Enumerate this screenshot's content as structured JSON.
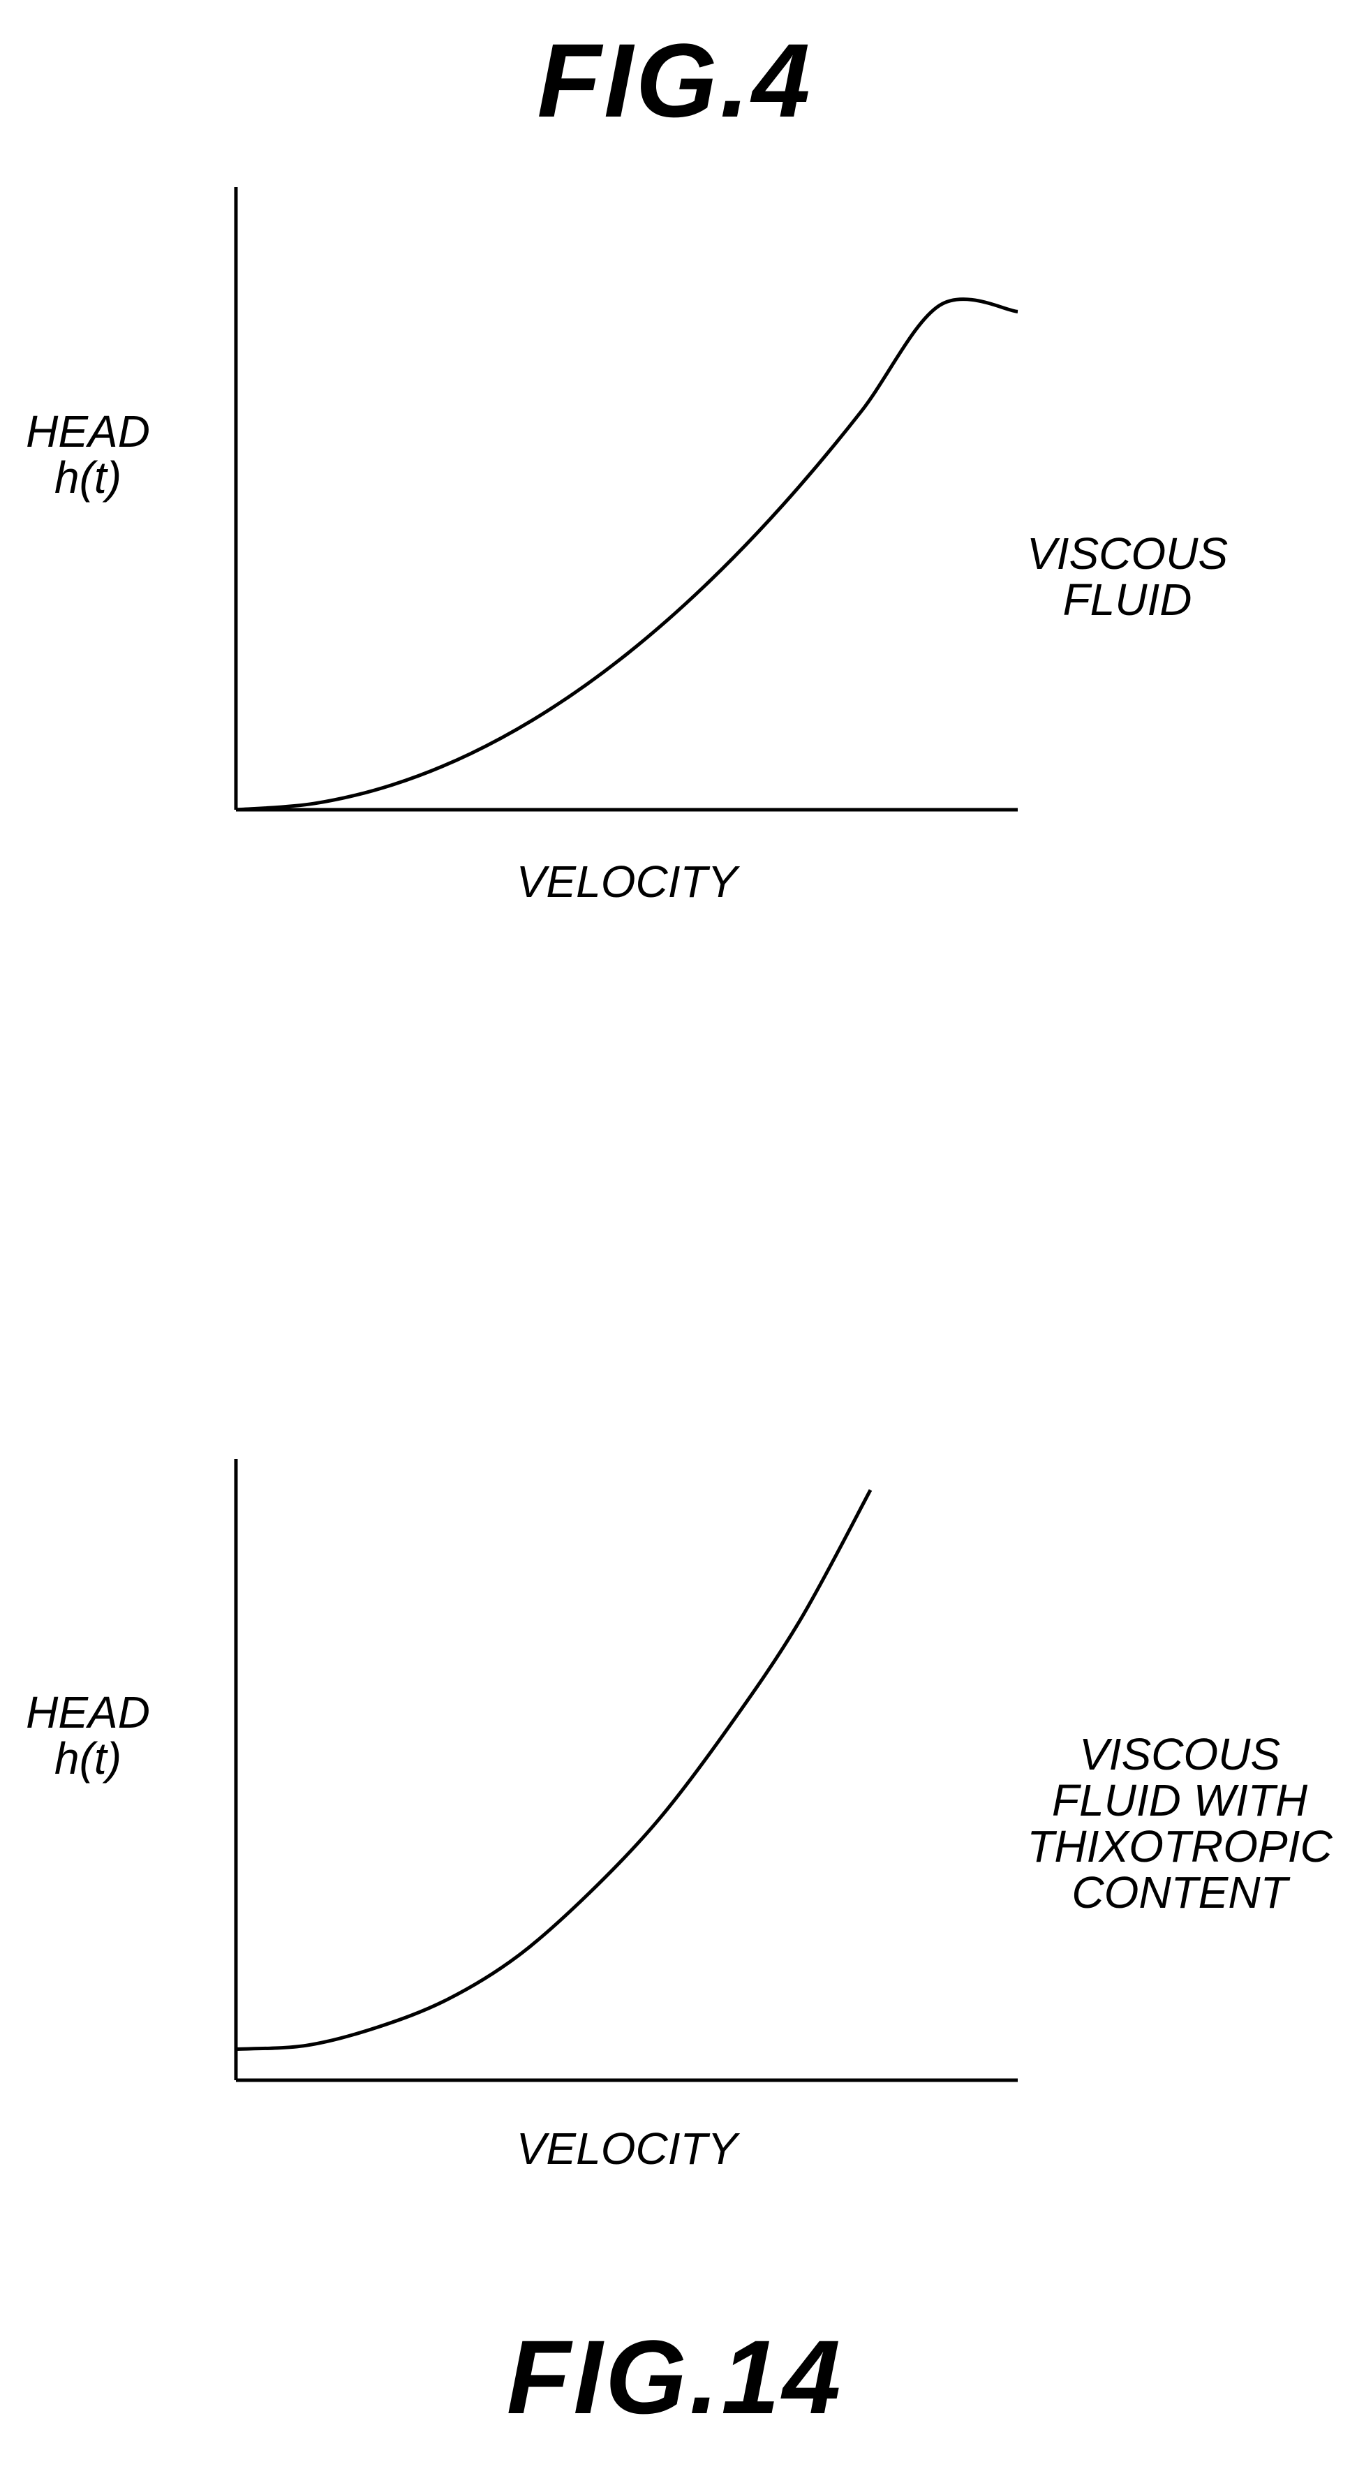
{
  "figures": [
    {
      "title": "FIG.4",
      "chart_data": {
        "type": "line",
        "ylabel": [
          "HEAD",
          "h(t)"
        ],
        "xlabel": "VELOCITY",
        "annotation": [
          "VISCOUS",
          "FLUID"
        ],
        "xlim": [
          0,
          1
        ],
        "ylim": [
          0,
          1
        ],
        "grid": false,
        "series": [
          {
            "x": [
              0,
              0.1,
              0.2,
              0.3,
              0.4,
              0.5,
              0.6,
              0.7,
              0.8,
              0.9,
              1.0
            ],
            "y": [
              0,
              0.01,
              0.04,
              0.09,
              0.16,
              0.25,
              0.36,
              0.49,
              0.64,
              0.81,
              0.8
            ]
          }
        ]
      }
    },
    {
      "title": "FIG.14",
      "chart_data": {
        "type": "line",
        "ylabel": [
          "HEAD",
          "h(t)"
        ],
        "xlabel": "VELOCITY",
        "annotation": [
          "VISCOUS",
          "FLUID WITH",
          "THIXOTROPIC",
          "CONTENT"
        ],
        "xlim": [
          0,
          1
        ],
        "ylim": [
          0,
          1
        ],
        "grid": false,
        "series": [
          {
            "x": [
              0,
              0.1,
              0.2,
              0.3,
              0.4,
              0.5,
              0.6,
              0.7,
              0.8,
              0.9
            ],
            "y": [
              0.05,
              0.056,
              0.085,
              0.13,
              0.2,
              0.3,
              0.42,
              0.57,
              0.74,
              0.95
            ]
          }
        ]
      }
    }
  ]
}
